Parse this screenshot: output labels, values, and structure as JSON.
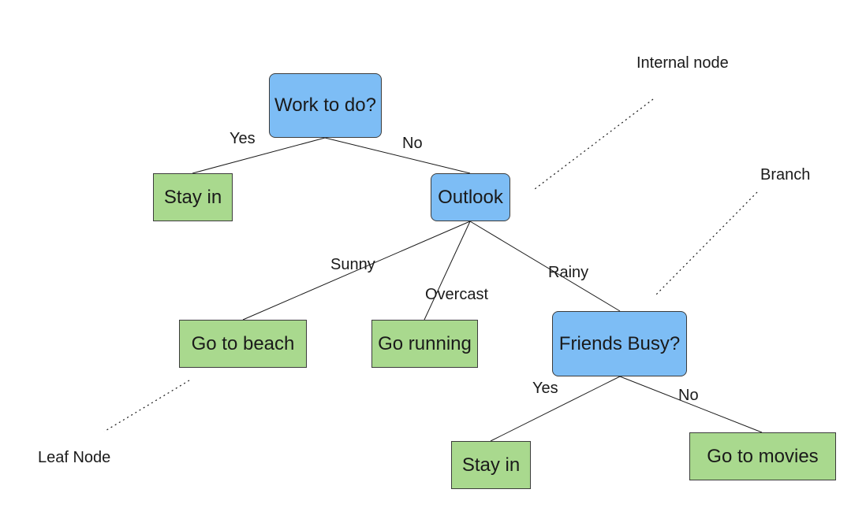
{
  "nodes": {
    "work": "Work to do?",
    "stay_in_1": "Stay in",
    "outlook": "Outlook",
    "beach": "Go to beach",
    "running": "Go running",
    "friends": "Friends Busy?",
    "stay_in_2": "Stay in",
    "movies": "Go to movies"
  },
  "edges": {
    "work_yes": "Yes",
    "work_no": "No",
    "sunny": "Sunny",
    "overcast": "Overcast",
    "rainy": "Rainy",
    "friends_yes": "Yes",
    "friends_no": "No"
  },
  "annotations": {
    "internal_node": "Internal node",
    "branch": "Branch",
    "leaf_node": "Leaf Node"
  },
  "colors": {
    "decision_fill": "#7dbdf5",
    "leaf_fill": "#a9d98e",
    "line": "#1a1a1a"
  }
}
